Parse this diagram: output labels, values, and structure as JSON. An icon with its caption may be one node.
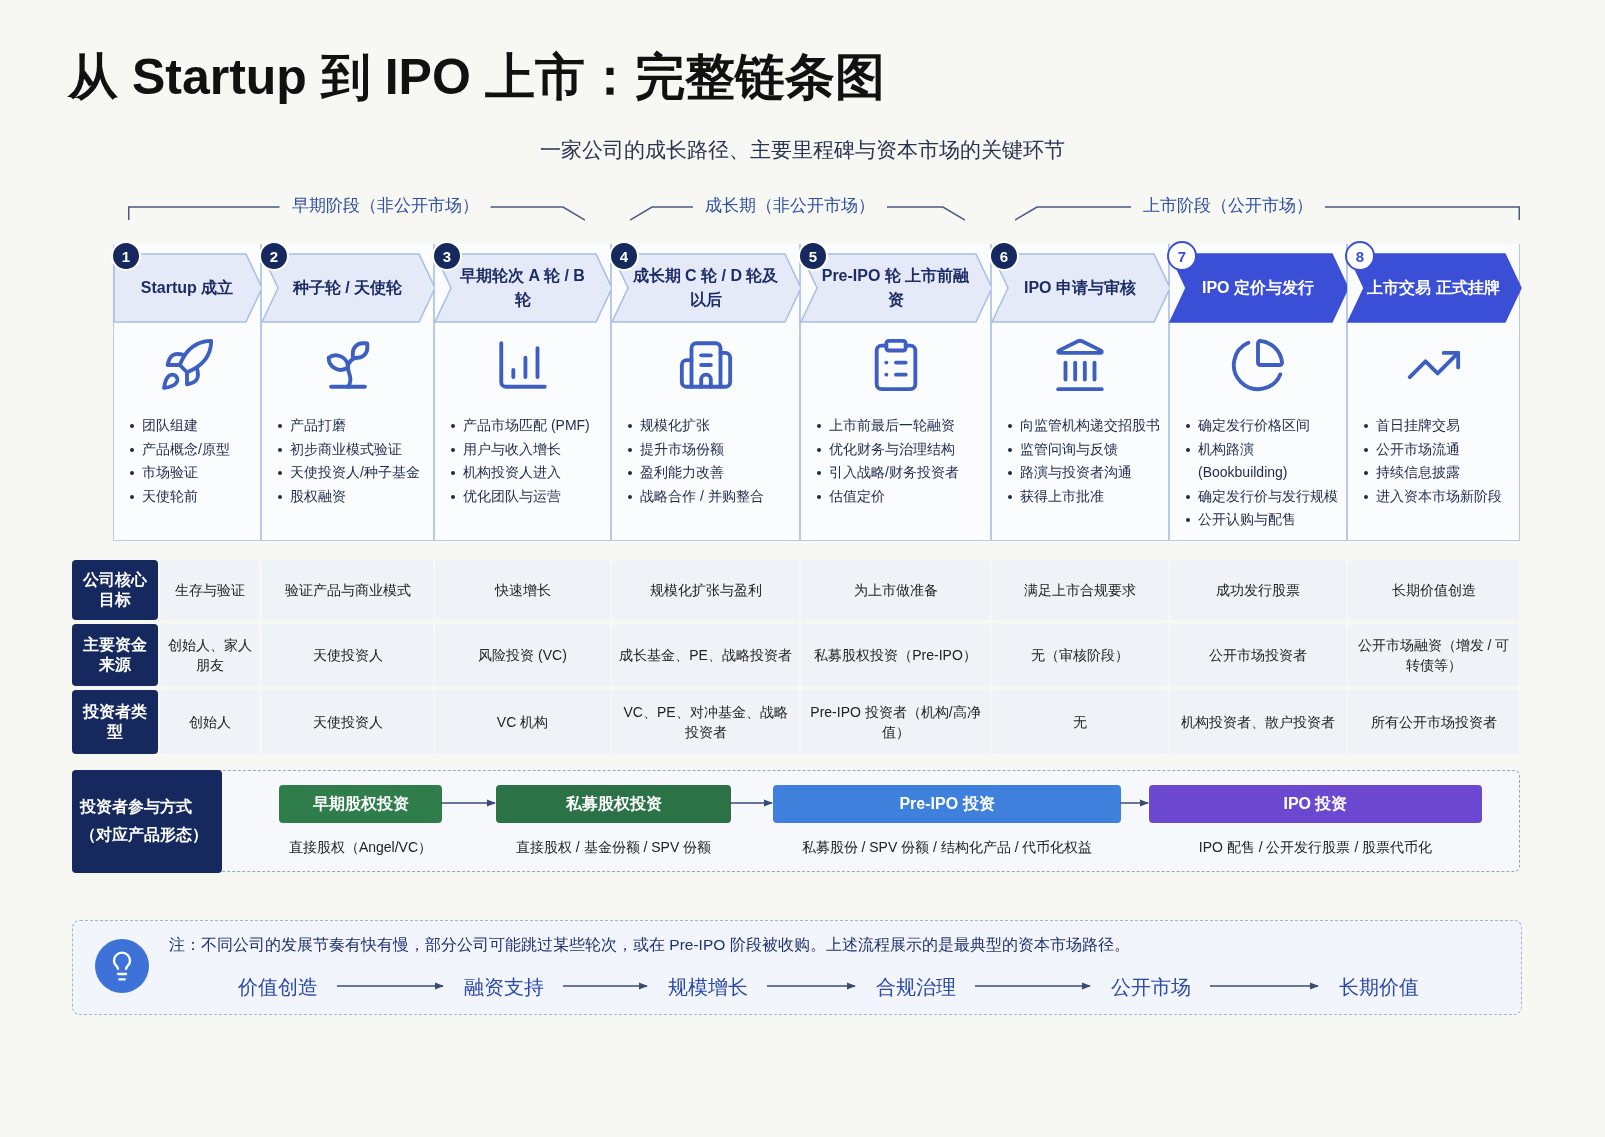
{
  "diagram": {
    "title": "从 Startup 到 IPO 上市：完整链条图",
    "nodes": [
      {
        "text": [
          "1",
          "Startup 成立",
          "团队组建",
          "产品概念/原型",
          "市场验证",
          "天使轮前"
        ]
      },
      {
        "text": [
          "2",
          "种子轮 / 天使轮",
          "产品打磨",
          "初步商业模式验证",
          "天使投资人/种子基金",
          "股权融资"
        ]
      },
      {
        "text": [
          "3",
          "早期轮次 A 轮 / B 轮",
          "产品市场匹配 (PMF)",
          "用户与收入增长",
          "机构投资人进入",
          "优化团队与运营"
        ]
      },
      {
        "text": [
          "4",
          "成长期 C 轮 / D 轮及以后",
          "规模化扩张",
          "提升市场份额",
          "盈利能力改善",
          "战略合作 / 并购整合"
        ]
      },
      {
        "text": [
          "5",
          "Pre-IPO 轮 上市前融资",
          "上市前最后一轮融资",
          "优化财务与治理结构",
          "引入战略/财务投资者",
          "估值定价"
        ]
      },
      {
        "text": [
          "6",
          "IPO 申请与审核",
          "向监管机构递交招股书",
          "监管问询与反馈",
          "路演与投资者沟通",
          "获得上市批准"
        ]
      },
      {
        "text": [
          "7",
          "IPO 定价与发行",
          "确定发行价格区间",
          "机构路演 (Bookbuilding)",
          "确定发行价与发行规模",
          "公开认购与配售"
        ]
      },
      {
        "text": [
          "8",
          "上市交易 正式挂牌",
          "首日挂牌交易",
          "公开市场流通",
          "持续信息披露",
          "进入资本市场新阶段"
        ]
      },
      {
        "text": [
          "投资者参与方式（对应产品形态）"
        ]
      },
      {
        "text": [
          "早期股权投资"
        ],
        "in": 8,
        "beside": [
          "直接股权（Angel/VC）"
        ]
      },
      {
        "text": [
          "私募股权投资"
        ],
        "in": 8,
        "beside": [
          "直接股权 / 基金份额 / SPV 份额"
        ]
      },
      {
        "text": [
          "Pre-IPO 投资"
        ],
        "in": 8,
        "beside": [
          "私募股份 / SPV 份额 / 结构化产品 / 代币化权益"
        ]
      },
      {
        "text": [
          "IPO 投资"
        ],
        "in": 8,
        "beside": [
          "IPO 配售 / 公开发行股票 / 股票代币化"
        ]
      },
      {
        "text": [
          "注：不同公司的发展节奏有快有慢，部分公司可能跳过某些轮次，或在 Pre-IPO 阶段被收购。上述流程展示的是最典型的资本市场路径。"
        ]
      },
      {
        "text": [
          "价值创造"
        ],
        "in": 13
      },
      {
        "text": [
          "融资支持"
        ],
        "in": 13
      },
      {
        "text": [
          "规模增长"
        ],
        "in": 13
      },
      {
        "text": [
          "合规治理"
        ],
        "in": 13
      },
      {
        "text": [
          "公开市场"
        ],
        "in": 13
      },
      {
        "text": [
          "长期价值"
        ],
        "in": 13
      }
    ],
    "edges": [
      {
        "from": 9,
        "to": 10,
        "arrow": "to"
      },
      {
        "from": 10,
        "to": 11,
        "arrow": "to"
      },
      {
        "from": 11,
        "to": 12,
        "arrow": "to"
      },
      {
        "from": 14,
        "to": 15,
        "arrow": "to"
      },
      {
        "from": 15,
        "to": 16,
        "arrow": "to"
      },
      {
        "from": 16,
        "to": 17,
        "arrow": "to"
      },
      {
        "from": 17,
        "to": 18,
        "arrow": "to"
      },
      {
        "from": 18,
        "to": 19,
        "arrow": "to"
      }
    ],
    "labels": [
      "一家公司的成长路径、主要里程碑与资本市场的关键环节",
      "早期阶段（非公开市场）",
      "成长期（非公开市场）",
      "上市阶段（公开市场）",
      "公司核心目标",
      "生存与验证",
      "验证产品与商业模式",
      "快速增长",
      "规模化扩张与盈利",
      "为上市做准备",
      "满足上市合规要求",
      "成功发行股票",
      "长期价值创造",
      "主要资金来源",
      "创始人、家人朋友",
      "天使投资人",
      "风险投资 (VC)",
      "成长基金、PE、战略投资者",
      "私募股权投资（Pre-IPO）",
      "无（审核阶段）",
      "公开市场投资者",
      "公开市场融资（增发 / 可转债等）",
      "投资者类型",
      "创始人",
      "天使投资人",
      "VC 机构",
      "VC、PE、对冲基金、战略投资者",
      "Pre-IPO 投资者（机构/高净值）",
      "无",
      "机构投资者、散户投资者",
      "所有公开市场投资者"
    ]
  }
}
